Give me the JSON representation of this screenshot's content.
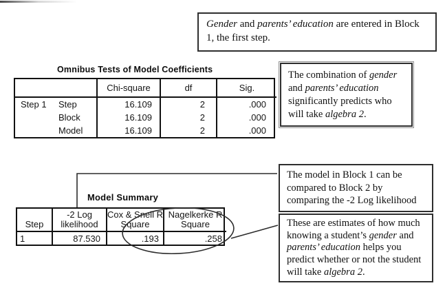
{
  "palette": {
    "ink": "#141414",
    "table_border": "#111111",
    "background": "#ffffff"
  },
  "annotations": {
    "entered": {
      "segments": [
        {
          "t": "Gender",
          "i": true
        },
        {
          "t": " and ",
          "i": false
        },
        {
          "t": "parents’ education",
          "i": true
        },
        {
          "t": " are entered in Block 1, the first step.",
          "i": false
        }
      ]
    },
    "combination": {
      "segments": [
        {
          "t": "The combination of ",
          "i": false
        },
        {
          "t": "gender",
          "i": true
        },
        {
          "t": " and ",
          "i": false
        },
        {
          "t": "parents’ education",
          "i": true
        },
        {
          "t": " significantly predicts who will take ",
          "i": false
        },
        {
          "t": "algebra 2",
          "i": true
        },
        {
          "t": ".",
          "i": false
        }
      ]
    },
    "compare": {
      "segments": [
        {
          "t": "The model in Block 1 can be compared to Block 2 by comparing the -2 Log likelihood",
          "i": false
        }
      ]
    },
    "estimates": {
      "segments": [
        {
          "t": "These are estimates of how much knowing a student’s ",
          "i": false
        },
        {
          "t": "gender",
          "i": true
        },
        {
          "t": " and ",
          "i": false
        },
        {
          "t": "parents’ education",
          "i": true
        },
        {
          "t": " helps you predict whether or not the student will take ",
          "i": false
        },
        {
          "t": "algebra 2",
          "i": true
        },
        {
          "t": ".",
          "i": false
        }
      ]
    }
  },
  "omnibus_table": {
    "title": "Omnibus Tests of Model Coefficients",
    "col_headers": [
      "Chi-square",
      "df",
      "Sig."
    ],
    "group_label": "Step 1",
    "rows": [
      {
        "label": "Step",
        "chi_square": "16.109",
        "df": "2",
        "sig": ".000"
      },
      {
        "label": "Block",
        "chi_square": "16.109",
        "df": "2",
        "sig": ".000"
      },
      {
        "label": "Model",
        "chi_square": "16.109",
        "df": "2",
        "sig": ".000"
      }
    ]
  },
  "model_summary_table": {
    "title": "Model Summary",
    "col_headers": [
      "Step",
      "-2 Log likelihood",
      "Cox & Snell R Square",
      "Nagelkerke R Square"
    ],
    "rows": [
      {
        "step": "1",
        "log_likelihood": "87.530",
        "cox_snell": ".193",
        "nagelkerke": ".258"
      }
    ]
  }
}
